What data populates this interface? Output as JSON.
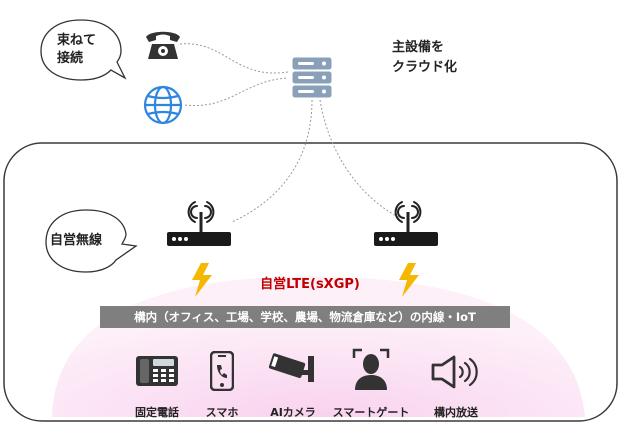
{
  "bubbles": {
    "top": "束ねて\n接続",
    "mid": "自営無線"
  },
  "cloud": {
    "label": "主設備を\nクラウド化"
  },
  "network": {
    "label": "自営LTE(sXGP)",
    "banner": "構内（オフィス、工場、学校、農場、物流倉庫など）の内線・IoT"
  },
  "devices": [
    {
      "label": "固定電話",
      "icon": "desk-phone-icon"
    },
    {
      "label": "スマホ",
      "icon": "smartphone-icon"
    },
    {
      "label": "AIカメラ",
      "icon": "security-camera-icon"
    },
    {
      "label": "スマートゲート",
      "icon": "face-recognition-icon"
    },
    {
      "label": "構内放送",
      "icon": "speaker-icon"
    }
  ],
  "colors": {
    "accent_red": "#c00000",
    "lightning": "#f5b800",
    "banner_gray": "#7f7f7f",
    "zone_pink": "#fbe5f4",
    "globe_blue": "#2e86de"
  }
}
